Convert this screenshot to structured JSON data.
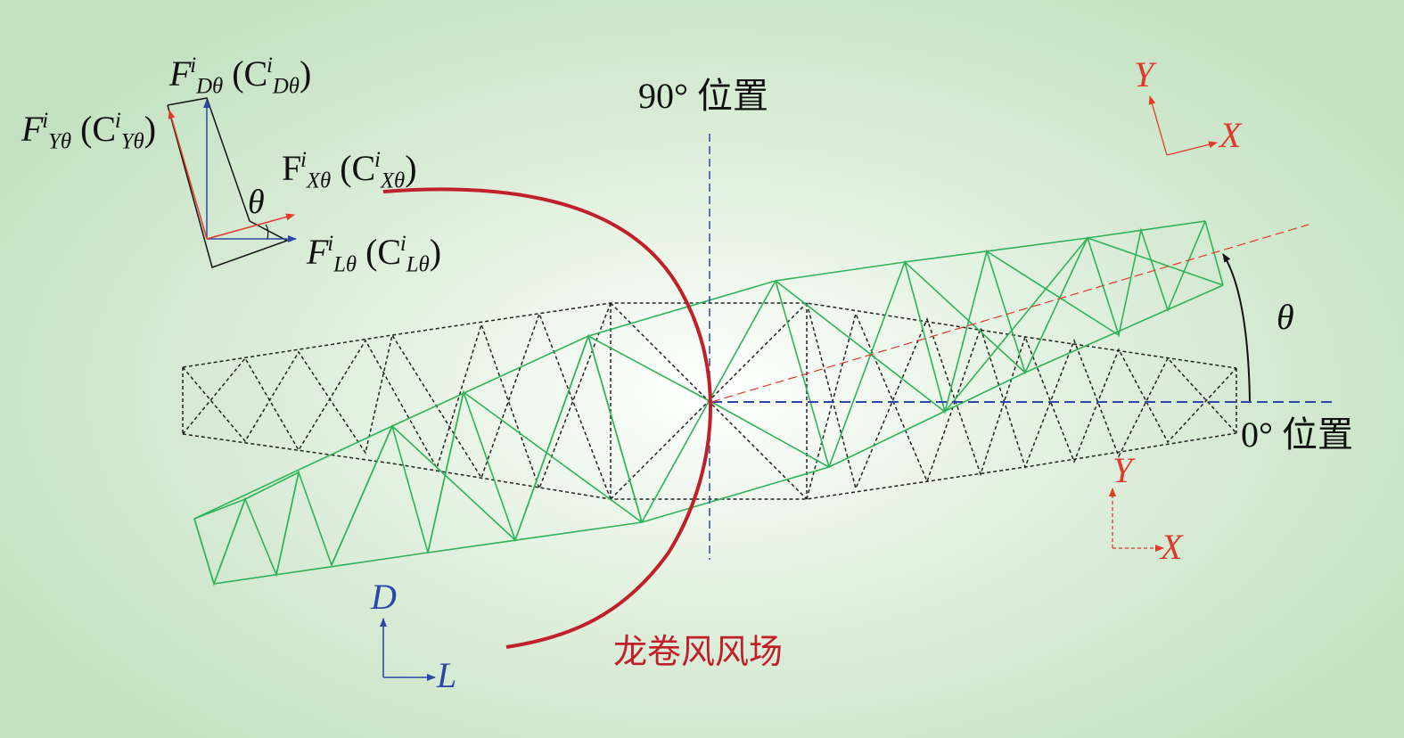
{
  "labels": {
    "pos_90": "90° 位置",
    "pos_0": "0° 位置",
    "tornado": "龙卷风风场",
    "theta": "θ",
    "theta_small": "θ"
  },
  "axes": {
    "global_top": {
      "y": "Y",
      "x": "X"
    },
    "global_bottom": {
      "y": "Y",
      "x": "X"
    },
    "wind": {
      "d": "D",
      "l": "L"
    }
  },
  "forces": {
    "F_D": {
      "main": "F",
      "sup": "i",
      "sub": "Dθ",
      "paren_open": "(C",
      "paren_sup": "i",
      "paren_sub": "Dθ",
      "paren_close": ")"
    },
    "F_Y": {
      "main": "F",
      "sup": "i",
      "sub": "Yθ",
      "paren_open": "(C",
      "paren_sup": "i",
      "paren_sub": "Yθ",
      "paren_close": ")"
    },
    "F_X": {
      "main": "F",
      "sup": "i",
      "sub": "Xθ",
      "paren_open": "(C",
      "paren_sup": "i",
      "paren_sub": "Xθ",
      "paren_close": ")"
    },
    "F_L": {
      "main": "F",
      "sup": "i",
      "sub": "Lθ",
      "paren_open": "(C",
      "paren_sup": "i",
      "paren_sub": "Lθ",
      "paren_close": ")"
    }
  },
  "colors": {
    "truss_rotated": "#2fb25a",
    "truss_reference": "#111111",
    "tornado": "#c0202a",
    "axis_blue": "#2f46a8",
    "axis_red": "#e03a2c"
  }
}
